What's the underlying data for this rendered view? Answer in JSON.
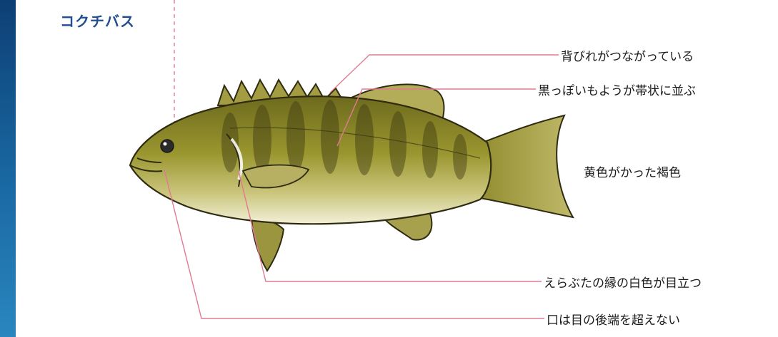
{
  "title": "コクチバス",
  "labels": {
    "dorsal_fin": "背びれがつながっている",
    "dark_bands": "黒っぽいもようが帯状に並ぶ",
    "body_color": "黄色がかった褐色",
    "gill_cover": "えらぶたの縁の白色が目立つ",
    "mouth": "口は目の後端を超えない"
  },
  "colors": {
    "background": "#1a69a4",
    "title": "#1f4f91",
    "leader_line": "#e07a92"
  }
}
